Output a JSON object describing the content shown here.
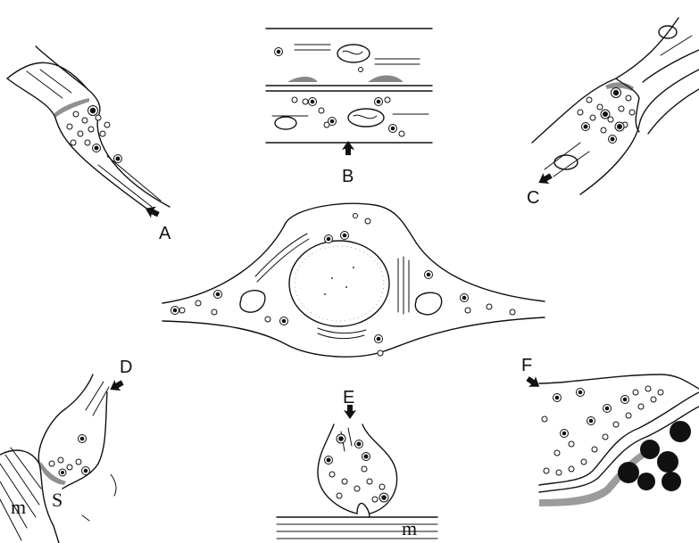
{
  "panels": {
    "a": {
      "label": "A"
    },
    "b": {
      "label": "B"
    },
    "c": {
      "label": "C"
    },
    "d": {
      "label": "D",
      "muscle_label": "m",
      "s_label": "S"
    },
    "e": {
      "label": "E",
      "muscle_label": "m"
    },
    "f": {
      "label": "F"
    }
  },
  "colors": {
    "ink": "#111111",
    "background": "#ffffff"
  },
  "icons": [
    "arrow-marker-icon"
  ]
}
